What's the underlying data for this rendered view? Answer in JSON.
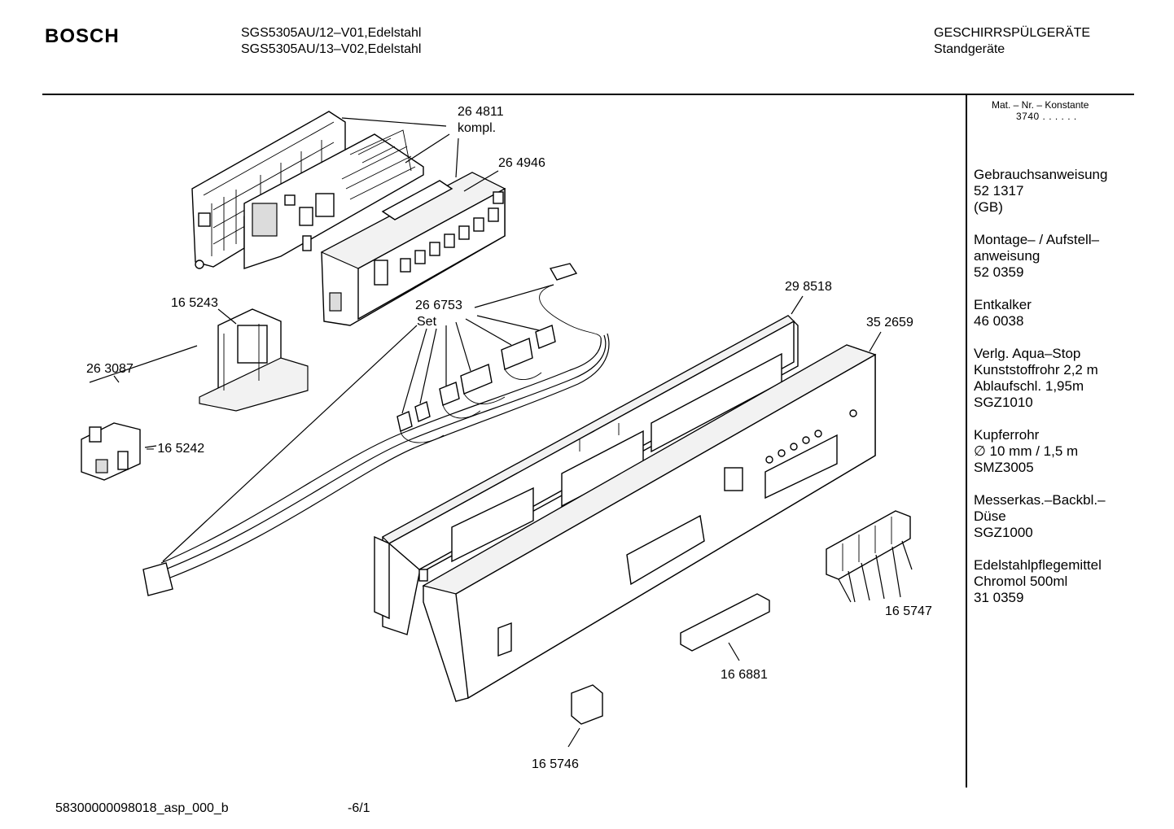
{
  "header": {
    "brand": "BOSCH",
    "models": [
      "SGS5305AU/12–V01,Edelstahl",
      "SGS5305AU/13–V02,Edelstahl"
    ],
    "category": [
      "GESCHIRRSPÜLGERÄTE",
      "Standgeräte"
    ]
  },
  "sidebar": {
    "header_label": "Mat. – Nr. – Konstante",
    "header_code": "3740 .  .   .  .  .  .",
    "accessories": [
      {
        "lines": [
          "Gebrauchsanweisung",
          "52 1317",
          "(GB)"
        ]
      },
      {
        "lines": [
          "Montage– / Aufstell–",
          "anweisung",
          "52 0359"
        ]
      },
      {
        "lines": [
          "Entkalker",
          "46 0038"
        ]
      },
      {
        "lines": [
          "Verlg. Aqua–Stop",
          "Kunststoffrohr 2,2 m",
          "Ablaufschl. 1,95m",
          "SGZ1010"
        ]
      },
      {
        "lines": [
          "Kupferrohr",
          "∅ 10 mm / 1,5 m",
          "SMZ3005"
        ]
      },
      {
        "lines": [
          "Messerkas.–Backbl.–",
          "Düse",
          "SGZ1000"
        ]
      },
      {
        "lines": [
          "Edelstahlpflegemittel",
          "Chromol 500ml",
          "31 0359"
        ]
      }
    ]
  },
  "callouts": {
    "c264811": "26 4811",
    "c264811b": "kompl.",
    "c264946": "26 4946",
    "c165243": "16 5243",
    "c266753": "26 6753",
    "c266753b": "Set",
    "c298518": "29 8518",
    "c352659": "35 2659",
    "c263087": "26 3087",
    "c165242": "– 16 5242",
    "c165747": "16 5747",
    "c166881": "16 6881",
    "c165746": "16 5746"
  },
  "footer": {
    "doc_code": "58300000098018_asp_000_b",
    "page": "-6/1"
  }
}
